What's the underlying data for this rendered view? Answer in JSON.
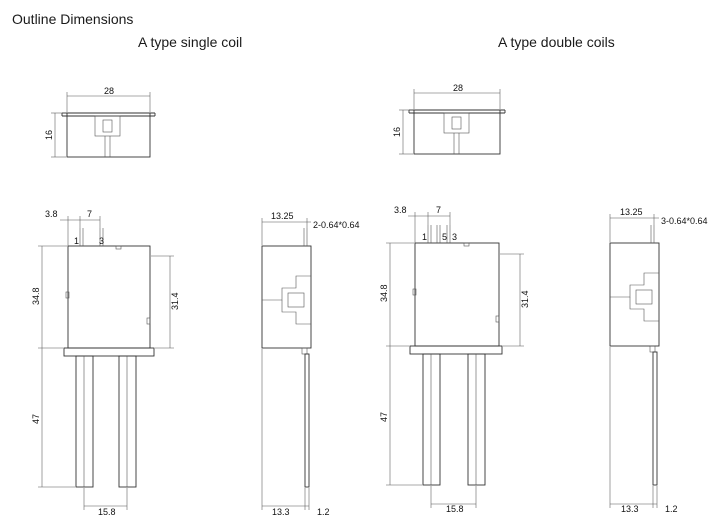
{
  "page": {
    "heading": "Outline Dimensions"
  },
  "single": {
    "title": "A type single coil",
    "top_width": "28",
    "top_height": "16",
    "front_pin_offset": "3.8",
    "front_pin_pitch": "7",
    "pin_a": "1",
    "pin_b": "3",
    "body_height": "34.8",
    "inner_height": "31.4",
    "terminal_length": "47",
    "terminal_span": "15.8",
    "side_depth": "13.25",
    "side_pin_spec": "2-0.64*0.64",
    "side_bottom_depth": "13.3",
    "side_thickness": "1.2"
  },
  "double": {
    "title": "A type double coils",
    "top_width": "28",
    "top_height": "16",
    "front_pin_offset": "3.8",
    "front_pin_pitch": "7",
    "pin_a": "1",
    "pin_b": "5",
    "pin_c": "3",
    "body_height": "34.8",
    "inner_height": "31.4",
    "terminal_length": "47",
    "terminal_span": "15.8",
    "side_depth": "13.25",
    "side_pin_spec": "3-0.64*0.64",
    "side_bottom_depth": "13.3",
    "side_thickness": "1.2"
  }
}
